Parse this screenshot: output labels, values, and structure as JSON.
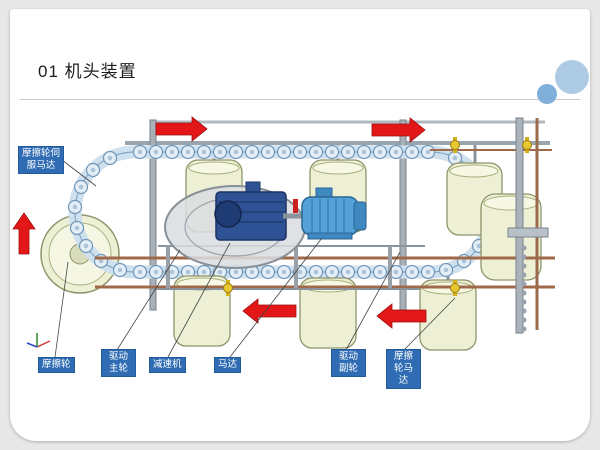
{
  "header": {
    "title": "01 机头装置"
  },
  "page": {
    "background": "#e7e7e7",
    "slide_background": "#ffffff"
  },
  "decor": {
    "big_circle_color": "#aecbe6",
    "small_circle_color": "#7fafda"
  },
  "diagram": {
    "labels": [
      {
        "id": "friction-wheel-servo-motor",
        "text": "摩擦轮伺服马达"
      },
      {
        "id": "friction-wheel",
        "text": "摩擦轮"
      },
      {
        "id": "drive-main-wheel",
        "text": "驱动主轮"
      },
      {
        "id": "reducer",
        "text": "减速机"
      },
      {
        "id": "motor",
        "text": "马达"
      },
      {
        "id": "drive-sub-wheel",
        "text": "驱动副轮"
      },
      {
        "id": "friction-wheel-motor",
        "text": "摩擦轮马达"
      }
    ],
    "arrows": [
      "right",
      "right",
      "up",
      "left",
      "left"
    ],
    "colors": {
      "label_bg": "#2f6cb3",
      "label_text": "#ffffff",
      "arrow_red": "#e31717",
      "chain_track": "#cfe0ee",
      "trolley": "#e4eef7",
      "barrel_fill": "#eef0d6",
      "rail_brown": "#a06a4a",
      "gearbox_blue": "#2e5294",
      "motor_blue": "#55a2d8",
      "wheel_gray": "#d9dde0"
    }
  }
}
